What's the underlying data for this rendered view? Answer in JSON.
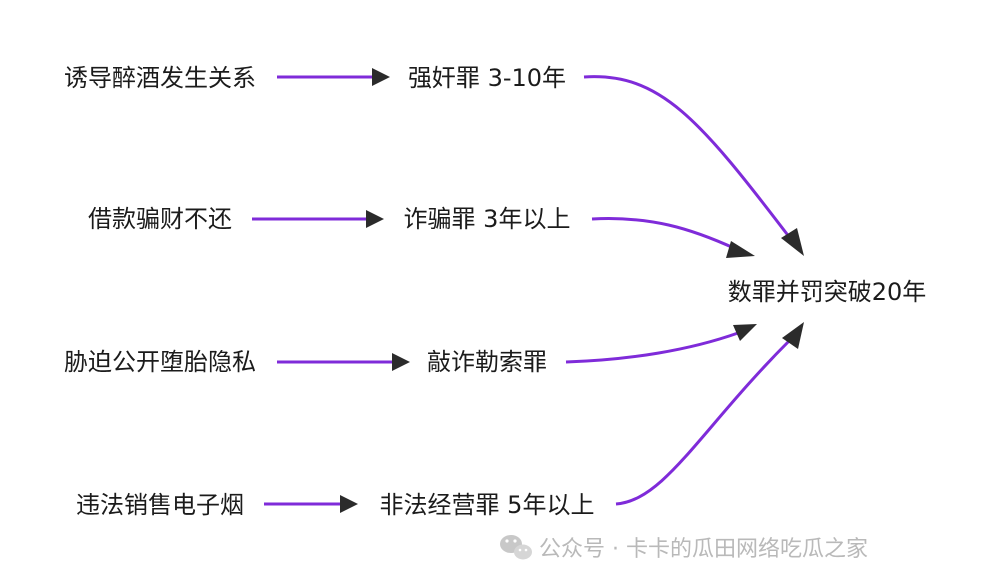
{
  "nodes": {
    "cause1": "诱导醉酒发生关系",
    "crime1": "强奸罪 3-10年",
    "cause2": "借款骗财不还",
    "crime2": "诈骗罪 3年以上",
    "cause3": "胁迫公开堕胎隐私",
    "crime3": "敲诈勒索罪",
    "cause4": "违法销售电子烟",
    "crime4": "非法经营罪 5年以上",
    "result": "数罪并罚突破20年"
  },
  "watermark": {
    "text": "公众号 · 卡卡的瓜田网络吃瓜之家",
    "icon": "wechat-icon"
  },
  "colors": {
    "edge": "#7f2bd9",
    "arrowhead": "#2b2b2b",
    "text": "#1b1b1b",
    "watermark": "#b9b9b9"
  }
}
